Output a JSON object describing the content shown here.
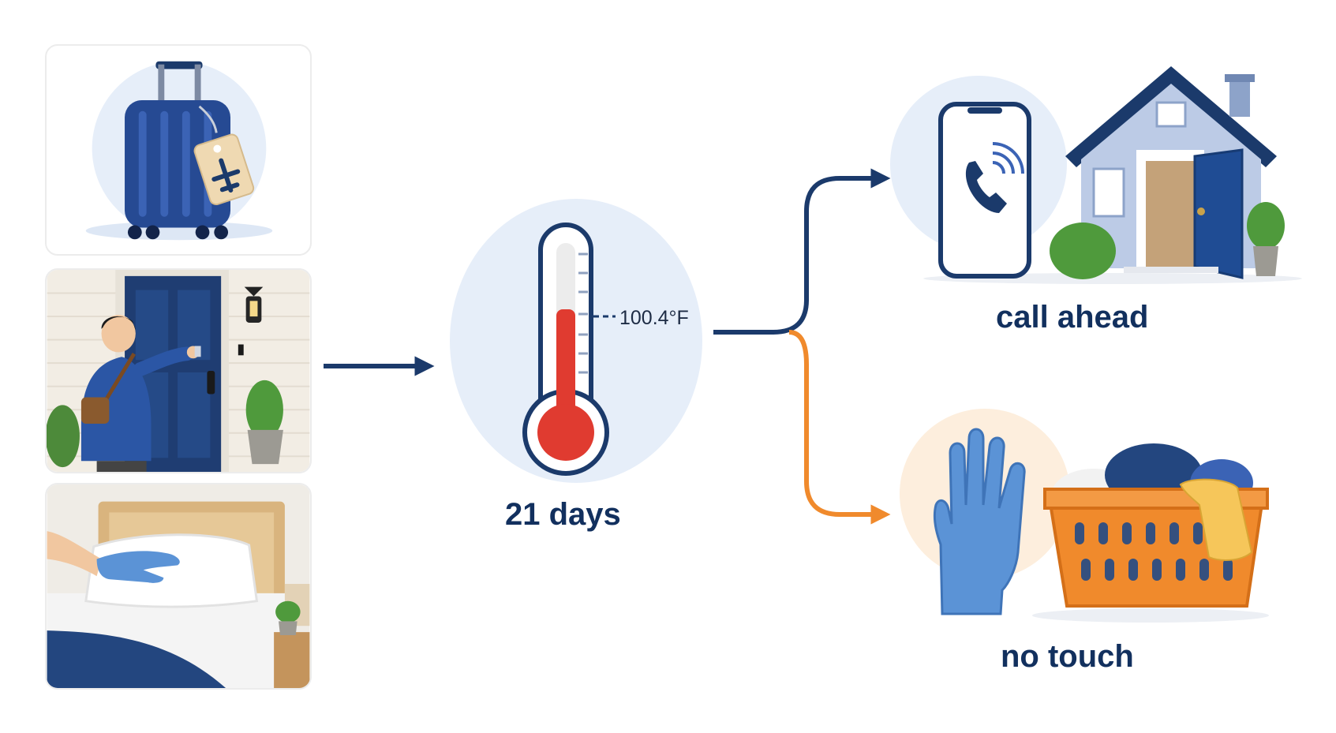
{
  "steps": {
    "travel": {
      "icon": "suitcase-icon"
    },
    "arrive": {
      "icon": "door-icon"
    },
    "clean": {
      "icon": "bed-glove-icon"
    }
  },
  "monitor": {
    "threshold": "100.4°F",
    "duration": "21 days",
    "icon": "thermometer-icon"
  },
  "outcomes": {
    "call": {
      "label": "call ahead",
      "icon": "phone-house-icon"
    },
    "touch": {
      "label": "no touch",
      "icon": "glove-laundry-icon"
    }
  },
  "colors": {
    "navy": "#1b3a6b",
    "orange": "#f08a2c",
    "red": "#e03b30",
    "glove": "#5b93d6",
    "circle": "#e6eef9",
    "peach": "#fdeedd"
  }
}
